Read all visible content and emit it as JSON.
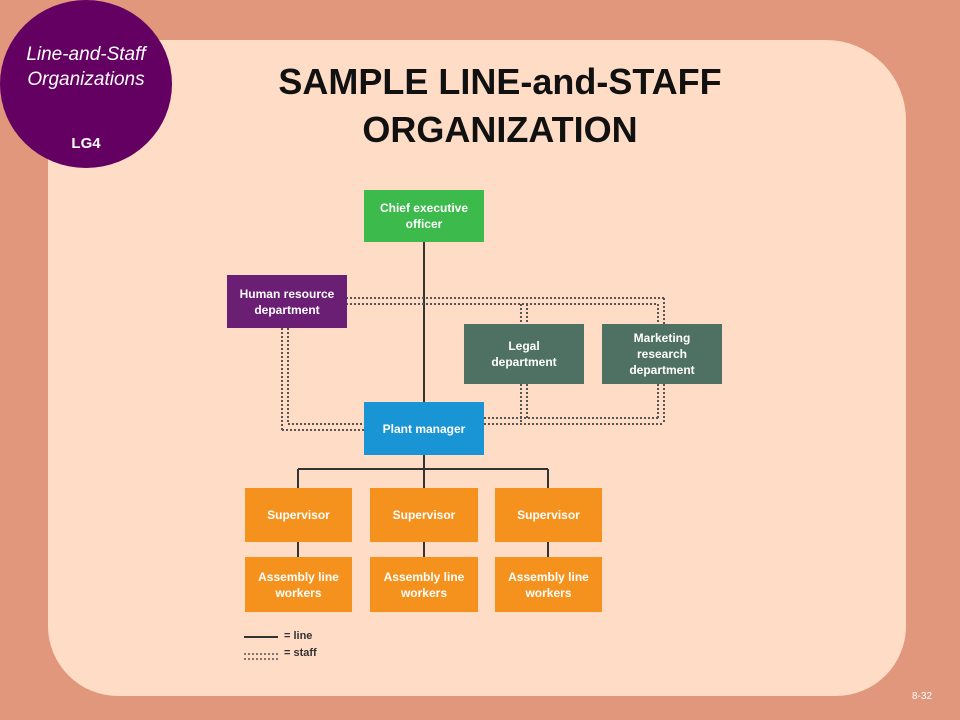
{
  "badge": {
    "title": "Line-and-Staff\nOrganizations",
    "tag": "LG4"
  },
  "title": {
    "line1": "SAMPLE LINE-and-STAFF",
    "line2": "ORGANIZATION"
  },
  "org_chart": {
    "ceo": "Chief executive\nofficer",
    "hr": "Human resource\ndepartment",
    "legal": "Legal\ndepartment",
    "marketing": "Marketing\nresearch\ndepartment",
    "plant_manager": "Plant manager",
    "supervisors": [
      "Supervisor",
      "Supervisor",
      "Supervisor"
    ],
    "workers": [
      "Assembly line\nworkers",
      "Assembly line\nworkers",
      "Assembly line\nworkers"
    ]
  },
  "legend": {
    "line_label": "= line",
    "staff_label": "= staff"
  },
  "colors": {
    "background": "#e0977b",
    "panel": "#ffdcc6",
    "badge": "#650063",
    "ceo": "#3cba4c",
    "hr": "#6a1e74",
    "staff_dept": "#4f7164",
    "plant_manager": "#1994d4",
    "operations": "#f5921e"
  },
  "slide_number": "8-32"
}
